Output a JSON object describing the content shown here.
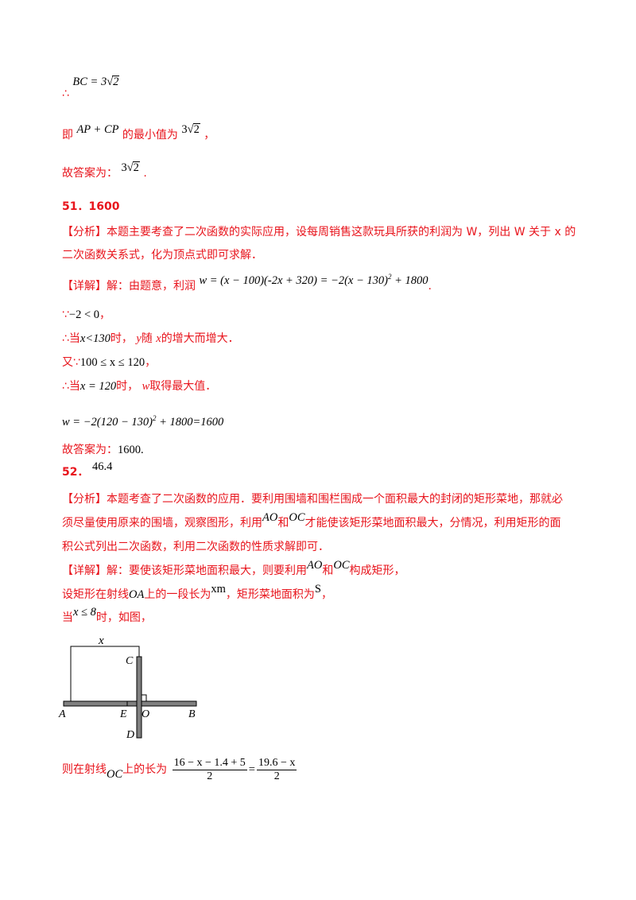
{
  "l01": {
    "sym": "∴",
    "math": "BC = 3√2",
    "math_a": "BC = 3",
    "math_r": "2"
  },
  "l02": {
    "t1": "即",
    "m1": "AP + CP",
    "t2": "的最小值为",
    "m2a": "3",
    "m2r": "2",
    "t3": "，"
  },
  "l03": {
    "t1": "故答案为：",
    "ma": "3",
    "mr": "2",
    "t2": "."
  },
  "l04": {
    "num": "51．",
    "ans": "1600"
  },
  "l05": {
    "tag": "【分析】",
    "text": "本题主要考查了二次函数的实际应用，设每周销售这款玩具所获的利润为 W，列出 W 关于 x 的"
  },
  "l06": {
    "text": "二次函数关系式，化为顶点式即可求解．"
  },
  "l07": {
    "tag": "【详解】",
    "t1": "解：由题意，利润",
    "m1": "w = (x − 100)(-2x + 320) = −2(x − 130)",
    "sup": "2",
    "m2": " + 1800",
    "t2": "."
  },
  "l08": {
    "sym": "∵",
    "m": "−2 < 0",
    "t": "，"
  },
  "l09": {
    "sym": "∴",
    "t1": "当",
    "m": "x<130",
    "t2": "时，",
    "y": "y",
    "t3": "随",
    "x": "x",
    "t4": "的增大而增大．"
  },
  "l10": {
    "t1": "又",
    "sym": "∵",
    "m": "100 ≤ x ≤ 120",
    "t2": "，"
  },
  "l11": {
    "sym": "∴",
    "t1": "当",
    "m": "x = 120",
    "t2": "时，",
    "w": "w",
    "t3": "取得最大值．"
  },
  "l12": {
    "m1": "w = −2(120 − 130)",
    "sup": "2",
    "m2": " + 1800=1600"
  },
  "l13": {
    "t1": "故答案为：",
    "m": "1600."
  },
  "l14": {
    "num": "52．",
    "ans": "46.4"
  },
  "l15": {
    "tag": "【分析】",
    "text": "本题考查了二次函数的应用．要利用围墙和围栏围成一个面积最大的封闭的矩形菜地，那就必"
  },
  "l16": {
    "t1": "须尽量使用原来的围墙，观察图形，利用",
    "m1": "AO",
    "t2": "和",
    "m2": "OC",
    "t3": "才能使该矩形菜地面积最大，分情况，利用矩形的面"
  },
  "l17": {
    "text": "积公式列出二次函数，利用二次函数的性质求解即可．"
  },
  "l18": {
    "tag": "【详解】",
    "t1": "解：要使该矩形菜地面积最大，则要利用",
    "m1": "AO",
    "t2": "和",
    "m2": "OC",
    "t3": "构成矩形，"
  },
  "l19": {
    "t1": "设矩形在射线",
    "m1": "OA",
    "t2": "上的一段长为",
    "m2": "xm",
    "t3": "，矩形菜地面积为",
    "m3": "S",
    "t4": "，"
  },
  "l20": {
    "t1": "当",
    "m": "x ≤ 8",
    "t2": "时，如图，"
  },
  "figure": {
    "x": "x",
    "C": "C",
    "A": "A",
    "E": "E",
    "O": "O",
    "B": "B",
    "D": "D"
  },
  "l21": {
    "t1": "则在射线",
    "m1": "OC",
    "t2": "上的长为",
    "f1n": "16 − x − 1.4 + 5",
    "f1d": "2",
    "eq": "=",
    "f2n": "19.6 − x",
    "f2d": "2"
  }
}
